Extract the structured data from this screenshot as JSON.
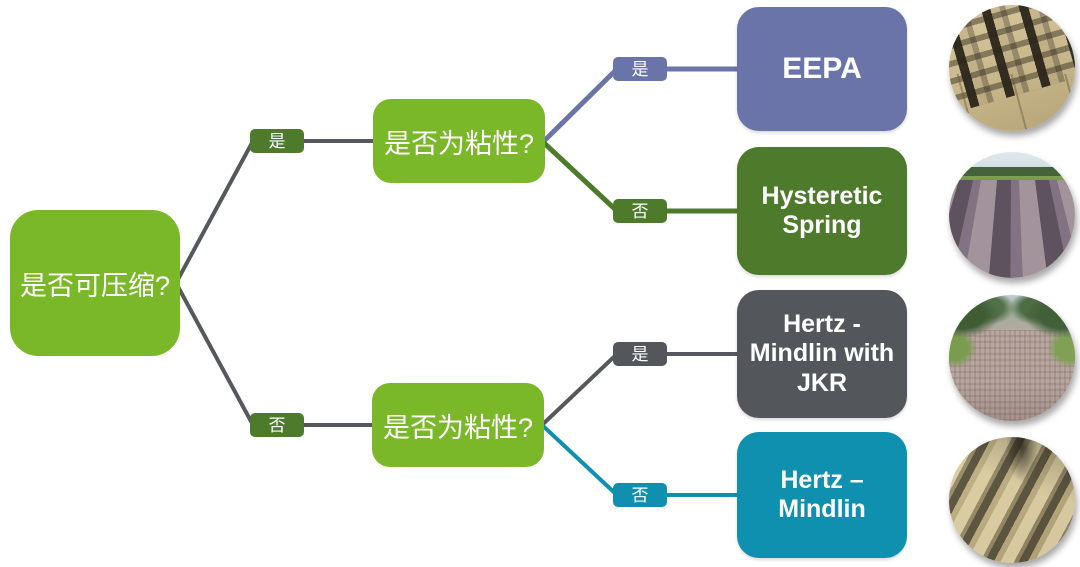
{
  "diagram": {
    "root": {
      "question": "是否可压缩?"
    },
    "yes_branch": {
      "label": "是",
      "question": "是否为粘性?",
      "yes": {
        "label": "是",
        "model": "EEPA"
      },
      "no": {
        "label": "否",
        "model": "Hysteretic Spring"
      }
    },
    "no_branch": {
      "label": "否",
      "question": "是否为粘性?",
      "yes": {
        "label": "是",
        "model": "Hertz - Mindlin with JKR"
      },
      "no": {
        "label": "否",
        "model": "Hertz – Mindlin"
      }
    }
  },
  "photos": [
    {
      "name": "tire-tracks-in-wet-sand"
    },
    {
      "name": "plowed-field-furrows"
    },
    {
      "name": "gravel-road"
    },
    {
      "name": "wind-rippled-sand"
    }
  ],
  "colors": {
    "bright_green": "#7AB82A",
    "dark_green": "#4E7A2B",
    "purple": "#6B74A8",
    "dark_gray": "#53575C",
    "teal": "#0F90AE",
    "line_gray": "#55585C",
    "text": "#FFFFFF",
    "background": "#FFFFFF"
  }
}
